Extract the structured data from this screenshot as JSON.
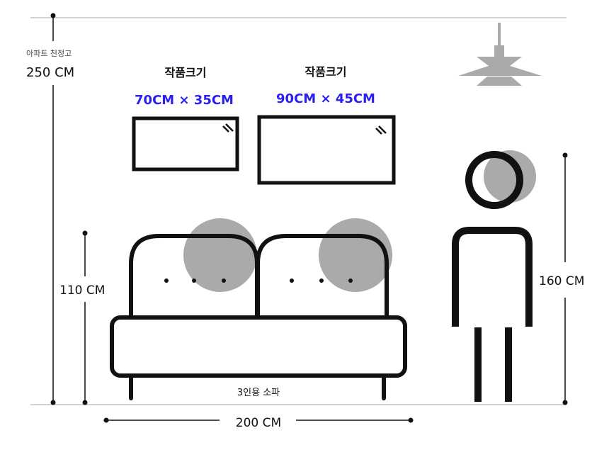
{
  "ceiling": {
    "caption": "아파트 천정고",
    "value": "250 CM"
  },
  "artworks": [
    {
      "title": "작품크기",
      "size": "70CM × 35CM"
    },
    {
      "title": "작품크기",
      "size": "90CM × 45CM"
    }
  ],
  "sofa": {
    "height": "110 CM",
    "width": "200 CM",
    "caption": "3인용 소파"
  },
  "person": {
    "height": "160 CM"
  },
  "colors": {
    "accent": "#2b1ef2",
    "shadow": "#aaaaaa",
    "line": "#111111"
  }
}
